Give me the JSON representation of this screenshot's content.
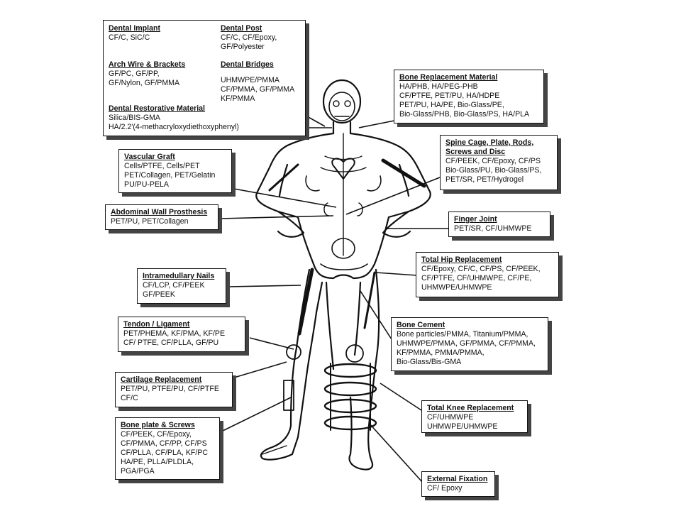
{
  "labels": {
    "dental": {
      "implant": {
        "title": "Dental Implant",
        "lines": [
          "CF/C, SiC/C"
        ]
      },
      "post": {
        "title": "Dental Post",
        "lines": [
          "CF/C, CF/Epoxy,",
          "GF/Polyester"
        ]
      },
      "arch": {
        "title": "Arch Wire & Brackets",
        "lines": [
          "GF/PC, GF/PP,",
          "GF/Nylon, GF/PMMA"
        ]
      },
      "bridges": {
        "title": "Dental Bridges",
        "lines": [
          "UHMWPE/PMMA",
          "CF/PMMA, GF/PMMA",
          "KF/PMMA"
        ]
      },
      "restorative": {
        "title": "Dental Restorative Material",
        "lines": [
          "Silica/BIS-GMA",
          "HA/2.2'(4-methacryloxydiethoxyphenyl)"
        ]
      }
    },
    "bone_replacement": {
      "title": "Bone Replacement Material",
      "lines": [
        "HA/PHB, HA/PEG-PHB",
        "CF/PTFE, PET/PU, HA/HDPE",
        "PET/PU, HA/PE, Bio-Glass/PE,",
        "Bio-Glass/PHB, Bio-Glass/PS, HA/PLA"
      ]
    },
    "spine": {
      "title": "Spine Cage, Plate, Rods,",
      "title2": "Screws and Disc",
      "lines": [
        "CF/PEEK, CF/Epoxy, CF/PS",
        "Bio-Glass/PU, Bio-Glass/PS,",
        "PET/SR, PET/Hydrogel"
      ]
    },
    "vascular": {
      "title": "Vascular Graft",
      "lines": [
        "Cells/PTFE, Cells/PET",
        "PET/Collagen, PET/Gelatin",
        "PU/PU-PELA"
      ]
    },
    "abdominal": {
      "title": "Abdominal Wall Prosthesis",
      "lines": [
        "PET/PU, PET/Collagen"
      ]
    },
    "finger": {
      "title": "Finger Joint",
      "lines": [
        "PET/SR, CF/UHMWPE"
      ]
    },
    "hip": {
      "title": "Total Hip Replacement",
      "lines": [
        "CF/Epoxy, CF/C, CF/PS, CF/PEEK,",
        "CF/PTFE, CF/UHMWPE, CF/PE,",
        "UHMWPE/UHMWPE"
      ]
    },
    "nails": {
      "title": "Intramedullary Nails",
      "lines": [
        "CF/LCP, CF/PEEK",
        "GF/PEEK"
      ]
    },
    "tendon": {
      "title": "Tendon / Ligament",
      "lines": [
        "PET/PHEMA, KF/PMA, KF/PE",
        "CF/ PTFE, CF/PLLA, GF/PU"
      ]
    },
    "cement": {
      "title": "Bone Cement",
      "lines": [
        "Bone particles/PMMA, Titanium/PMMA,",
        "UHMWPE/PMMA, GF/PMMA, CF/PMMA,",
        "KF/PMMA, PMMA/PMMA,",
        "Bio-Glass/Bis-GMA"
      ]
    },
    "cartilage": {
      "title": "Cartilage Replacement",
      "lines": [
        "PET/PU, PTFE/PU, CF/PTFE",
        "CF/C"
      ]
    },
    "knee": {
      "title": "Total Knee Replacement",
      "lines": [
        "CF/UHMWPE",
        "UHMWPE/UHMWPE"
      ]
    },
    "plate": {
      "title": "Bone plate & Screws",
      "lines": [
        "CF/PEEK, CF/Epoxy,",
        "CF/PMMA, CF/PP, CF/PS",
        "CF/PLLA, CF/PLA, KF/PC",
        "HA/PE, PLLA/PLDLA,",
        "PGA/PGA"
      ]
    },
    "fixation": {
      "title": "External Fixation",
      "lines": [
        "CF/ Epoxy"
      ]
    }
  },
  "colors": {
    "ink": "#111111",
    "shadow": "#444444",
    "background": "#ffffff"
  }
}
